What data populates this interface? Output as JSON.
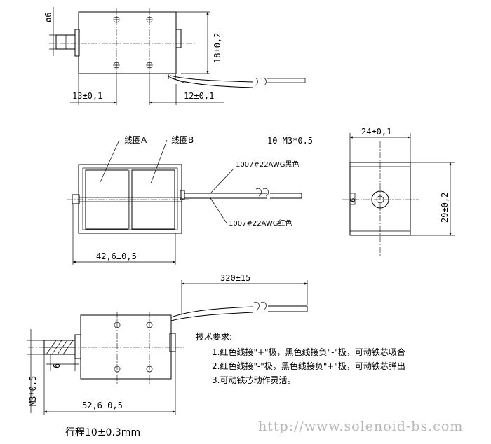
{
  "dims": {
    "dia6": "ø6",
    "h18": "18±0,2",
    "w13": "13±0,1",
    "w12": "12±0,1",
    "screws": "10-M3*0.5",
    "w24": "24±0,1",
    "h29": "29±0,2",
    "len42": "42,6±0,5",
    "len320": "320±15",
    "len52": "52,6±0,5",
    "m3": "M3*0.5",
    "d6": "6"
  },
  "labels": {
    "coilA": "线圈A",
    "coilB": "线圈B",
    "wireBlack": "1007#22AWG黑色",
    "wireRed": "1007#22AWG红色",
    "mark": "6"
  },
  "tech": {
    "title": "技术要求:",
    "req1": "1.红色线接\"+\"极，黑色线接负\"-\"极，可动铁芯吸合",
    "req2": "2.红色线接\"-\"极，黑色线接负\"+\"极，可动铁芯弹出",
    "req3": "3.可动铁芯动作灵活。"
  },
  "stroke_text": "行程10±0.3mm",
  "watermark": "http://www.solenoid-bs.com"
}
